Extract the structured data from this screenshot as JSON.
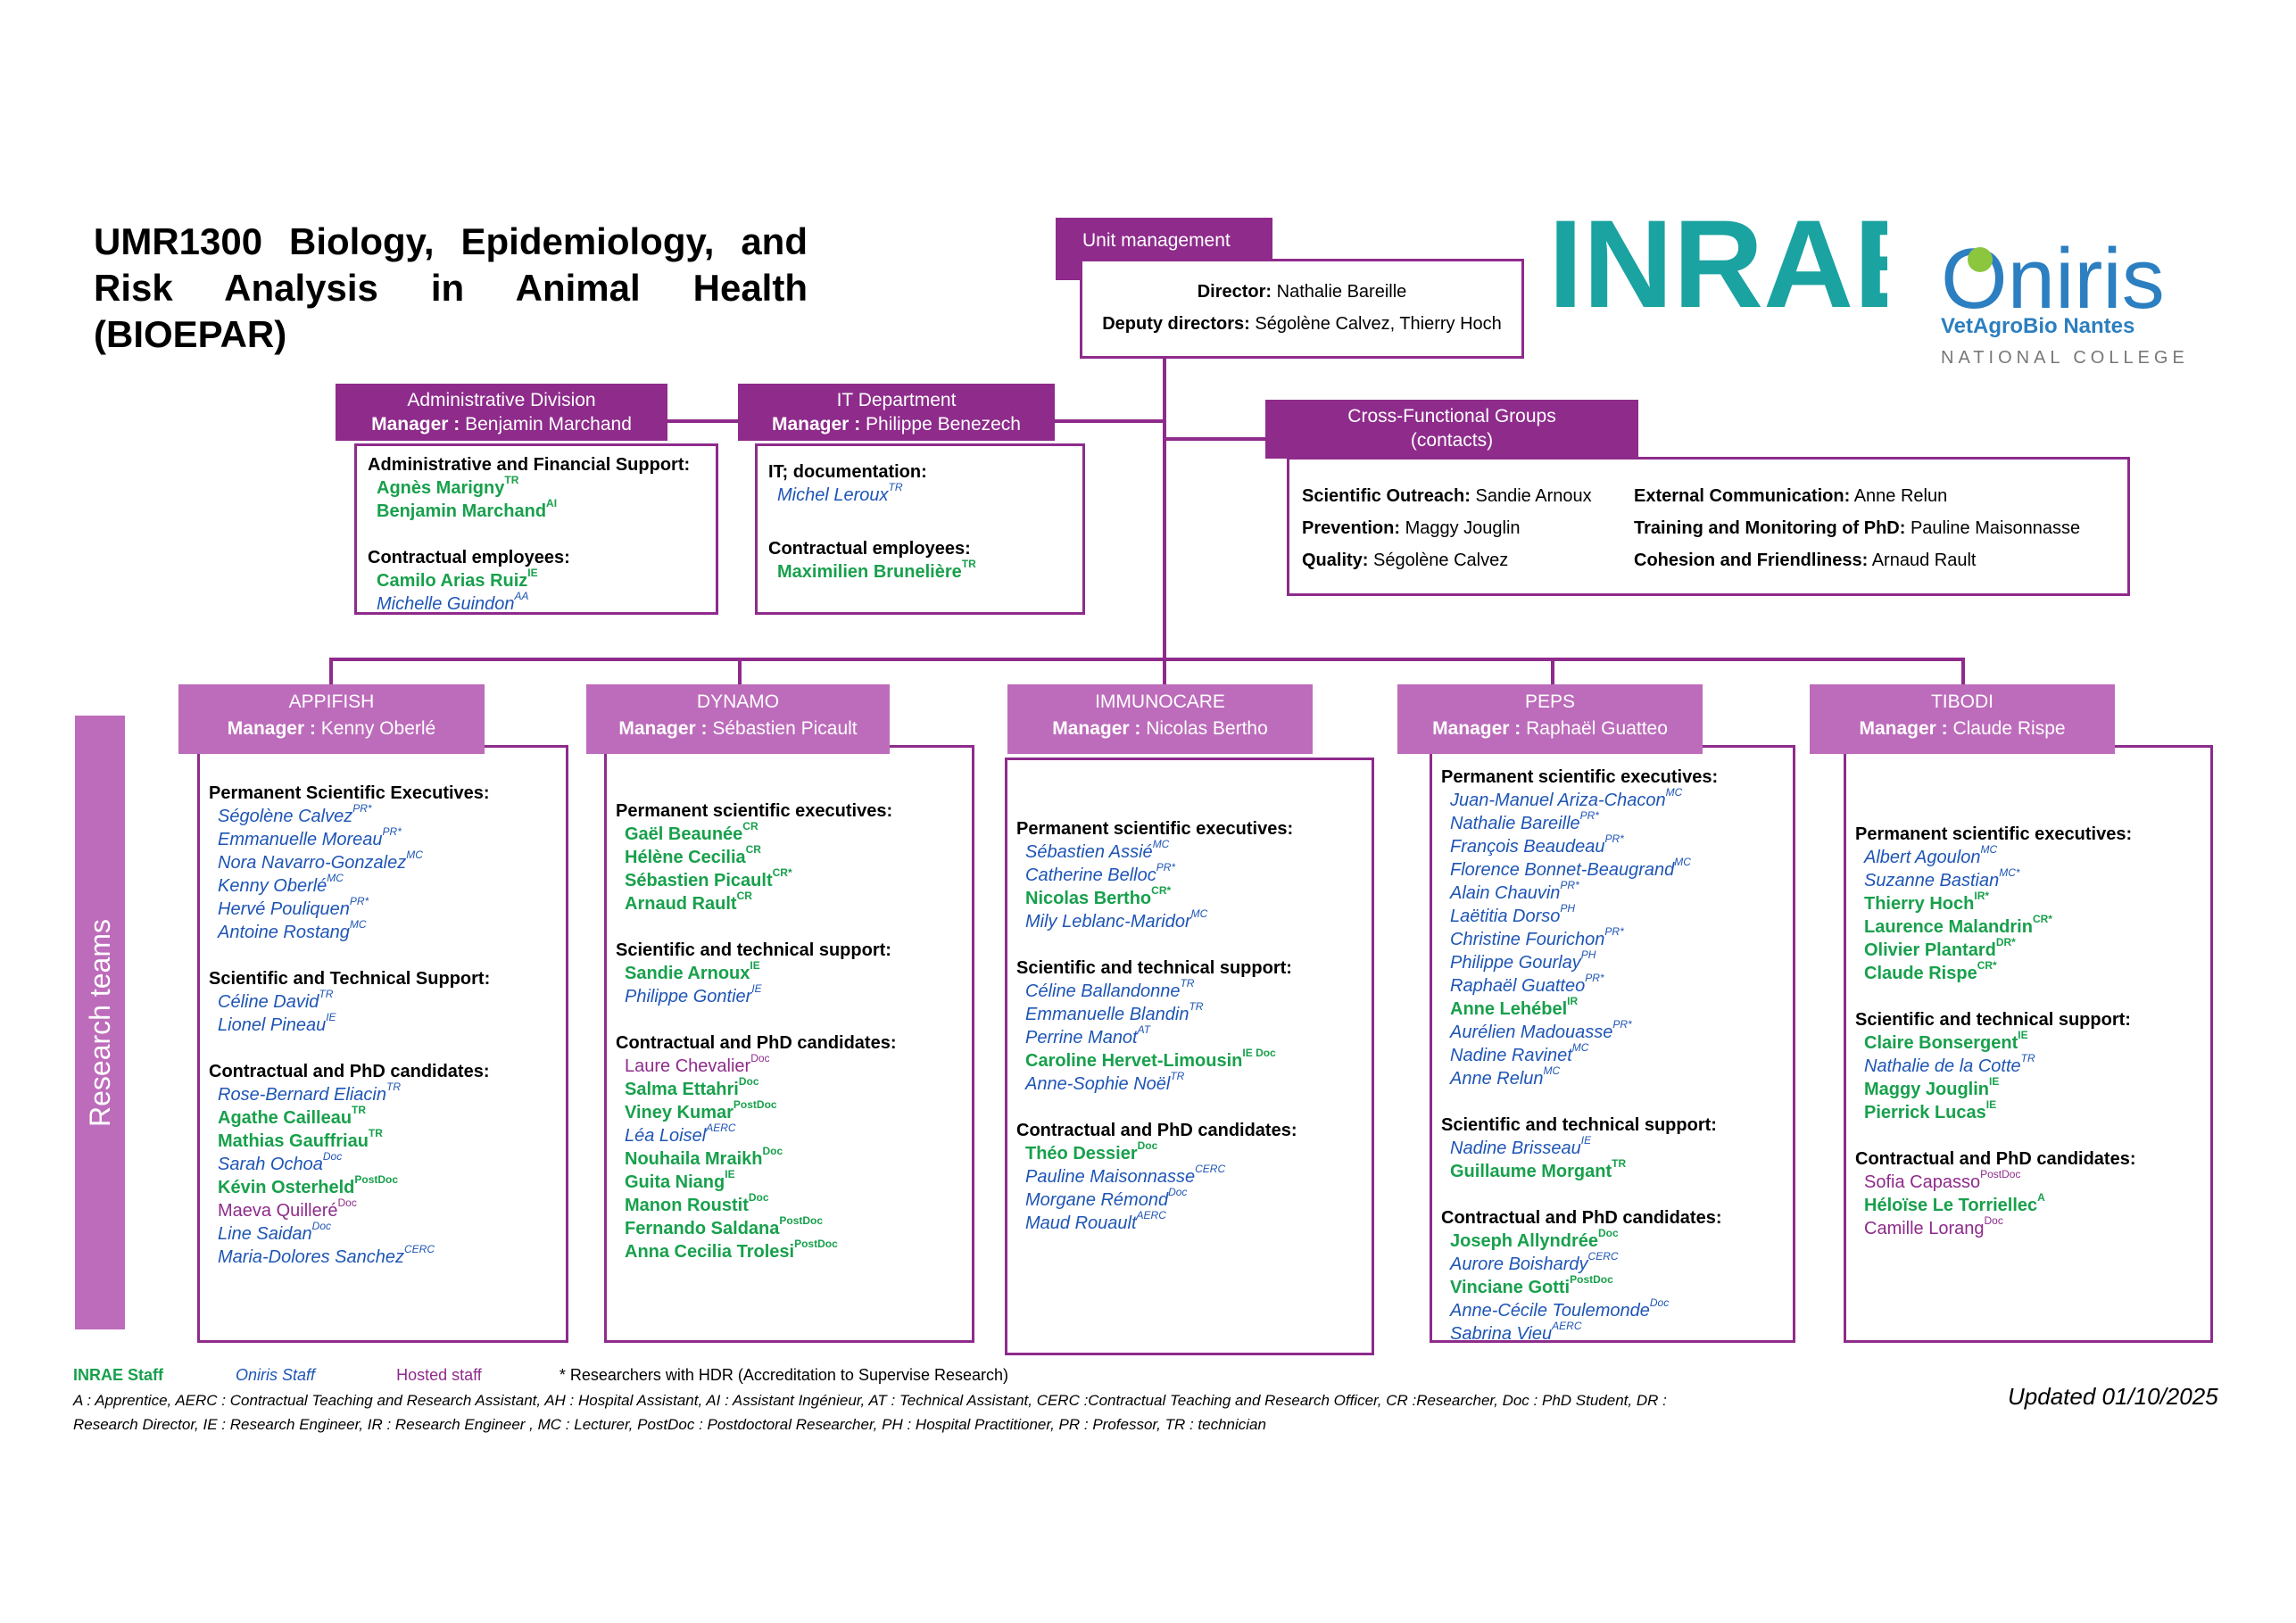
{
  "title": "UMR1300 Biology, Epidemiology, and Risk Analysis in Animal Health (BIOEPAR)",
  "logos": {
    "inrae": "INRAE",
    "oniris_name": "Oniris",
    "oniris_sub": "VetAgroBio Nantes",
    "oniris_college": "NATIONAL COLLEGE",
    "inrae_color": "#1aa3a0",
    "oniris_color": "#2c7fc0"
  },
  "unit_management": {
    "tab": "Unit management",
    "director_label": "Director:",
    "director": "Nathalie Bareille",
    "deputy_label": "Deputy directors:",
    "deputies": "Ségolène Calvez, Thierry Hoch"
  },
  "admin_division": {
    "tab_title": "Administrative Division",
    "manager_label": "Manager :",
    "manager": "Benjamin Marchand",
    "sections": [
      {
        "title": "Administrative and Financial Support:",
        "people": [
          {
            "name": "Agnès Marigny",
            "sup": "TR",
            "type": "inrae"
          },
          {
            "name": "Benjamin Marchand",
            "sup": "AI",
            "type": "inrae"
          }
        ]
      },
      {
        "title": "Contractual employees:",
        "people": [
          {
            "name": "Camilo Arias Ruiz",
            "sup": "IE",
            "type": "inrae"
          },
          {
            "name": "Michelle Guindon",
            "sup": "AA",
            "type": "oniris"
          }
        ]
      }
    ]
  },
  "it_department": {
    "tab_title": "IT Department",
    "manager_label": "Manager :",
    "manager": "Philippe Benezech",
    "sections": [
      {
        "title": "IT; documentation:",
        "people": [
          {
            "name": "Michel Leroux",
            "sup": "TR",
            "type": "oniris"
          }
        ]
      },
      {
        "title": "Contractual employees:",
        "people": [
          {
            "name": "Maximilien Brunelière",
            "sup": "TR",
            "type": "inrae"
          }
        ]
      }
    ]
  },
  "cross_functional": {
    "tab_title": "Cross-Functional Groups",
    "tab_sub": "(contacts)",
    "items": [
      {
        "label": "Scientific Outreach:",
        "value": "Sandie Arnoux"
      },
      {
        "label": "External Communication:",
        "value": "Anne Relun"
      },
      {
        "label": "Prevention:",
        "value": "Maggy Jouglin"
      },
      {
        "label": "Training and Monitoring of PhD:",
        "value": "Pauline Maisonnasse"
      },
      {
        "label": "Quality:",
        "value": "Ségolène Calvez"
      },
      {
        "label": "Cohesion and Friendliness:",
        "value": "Arnaud Rault"
      }
    ]
  },
  "research_teams_label": "Research teams",
  "teams": [
    {
      "name": "APPIFISH",
      "manager_label": "Manager :",
      "manager": "Kenny Oberlé",
      "sections": [
        {
          "title": "Permanent Scientific Executives:",
          "people": [
            {
              "name": "Ségolène Calvez",
              "sup": "PR*",
              "type": "oniris"
            },
            {
              "name": "Emmanuelle Moreau",
              "sup": "PR*",
              "type": "oniris"
            },
            {
              "name": "Nora Navarro-Gonzalez",
              "sup": "MC",
              "type": "oniris"
            },
            {
              "name": "Kenny Oberlé",
              "sup": "MC",
              "type": "oniris"
            },
            {
              "name": "Hervé Pouliquen",
              "sup": "PR*",
              "type": "oniris"
            },
            {
              "name": "Antoine Rostang",
              "sup": "MC",
              "type": "oniris"
            }
          ]
        },
        {
          "title": "Scientific and Technical Support:",
          "people": [
            {
              "name": "Céline David",
              "sup": "TR",
              "type": "oniris"
            },
            {
              "name": "Lionel Pineau",
              "sup": "IE",
              "type": "oniris"
            }
          ]
        },
        {
          "title": "Contractual and PhD candidates:",
          "people": [
            {
              "name": "Rose-Bernard Eliacin",
              "sup": "TR",
              "type": "oniris"
            },
            {
              "name": "Agathe Cailleau",
              "sup": "TR",
              "type": "inrae"
            },
            {
              "name": "Mathias Gauffriau",
              "sup": "TR",
              "type": "inrae"
            },
            {
              "name": "Sarah Ochoa",
              "sup": "Doc",
              "type": "oniris"
            },
            {
              "name": "Kévin Osterheld",
              "sup": "PostDoc",
              "type": "inrae"
            },
            {
              "name": "Maeva Quilleré",
              "sup": "Doc",
              "type": "hosted"
            },
            {
              "name": "Line Saidan",
              "sup": "Doc",
              "type": "oniris"
            },
            {
              "name": "Maria-Dolores Sanchez",
              "sup": "CERC",
              "type": "oniris"
            }
          ]
        }
      ]
    },
    {
      "name": "DYNAMO",
      "manager_label": "Manager :",
      "manager": "Sébastien Picault",
      "sections": [
        {
          "title": "Permanent scientific executives:",
          "people": [
            {
              "name": "Gaël Beaunée",
              "sup": "CR",
              "type": "inrae"
            },
            {
              "name": "Hélène Cecilia",
              "sup": "CR",
              "type": "inrae"
            },
            {
              "name": "Sébastien Picault",
              "sup": "CR*",
              "type": "inrae"
            },
            {
              "name": "Arnaud Rault",
              "sup": "CR",
              "type": "inrae"
            }
          ]
        },
        {
          "title": "Scientific and technical support:",
          "people": [
            {
              "name": "Sandie Arnoux",
              "sup": "IE",
              "type": "inrae"
            },
            {
              "name": "Philippe Gontier",
              "sup": "IE",
              "type": "oniris"
            }
          ]
        },
        {
          "title": "Contractual and PhD candidates:",
          "people": [
            {
              "name": "Laure Chevalier",
              "sup": "Doc",
              "type": "hosted"
            },
            {
              "name": "Salma Ettahri",
              "sup": "Doc",
              "type": "inrae"
            },
            {
              "name": "Viney Kumar",
              "sup": "PostDoc",
              "type": "inrae"
            },
            {
              "name": "Léa Loisel",
              "sup": "AERC",
              "type": "oniris"
            },
            {
              "name": "Nouhaila Mraikh",
              "sup": "Doc",
              "type": "inrae"
            },
            {
              "name": "Guita Niang",
              "sup": "IE",
              "type": "inrae"
            },
            {
              "name": "Manon Roustit",
              "sup": "Doc",
              "type": "inrae"
            },
            {
              "name": "Fernando Saldana",
              "sup": "PostDoc",
              "type": "inrae"
            },
            {
              "name": "Anna Cecilia Trolesi",
              "sup": "PostDoc",
              "type": "inrae"
            }
          ]
        }
      ]
    },
    {
      "name": "IMMUNOCARE",
      "manager_label": "Manager :",
      "manager": "Nicolas Bertho",
      "sections": [
        {
          "title": "Permanent scientific executives:",
          "people": [
            {
              "name": "Sébastien Assié",
              "sup": "MC",
              "type": "oniris"
            },
            {
              "name": "Catherine Belloc",
              "sup": "PR*",
              "type": "oniris"
            },
            {
              "name": "Nicolas Bertho",
              "sup": "CR*",
              "type": "inrae"
            },
            {
              "name": "Mily Leblanc-Maridor",
              "sup": "MC",
              "type": "oniris"
            }
          ]
        },
        {
          "title": "Scientific and technical support:",
          "people": [
            {
              "name": "Céline Ballandonne",
              "sup": "TR",
              "type": "oniris"
            },
            {
              "name": "Emmanuelle Blandin",
              "sup": "TR",
              "type": "oniris"
            },
            {
              "name": "Perrine Manot",
              "sup": "AT",
              "type": "oniris"
            },
            {
              "name": "Caroline Hervet-Limousin",
              "sup": "IE Doc",
              "type": "inrae"
            },
            {
              "name": "Anne-Sophie Noël",
              "sup": "TR",
              "type": "oniris"
            }
          ]
        },
        {
          "title": "Contractual and PhD candidates:",
          "people": [
            {
              "name": "Théo Dessier",
              "sup": "Doc",
              "type": "inrae"
            },
            {
              "name": "Pauline Maisonnasse",
              "sup": "CERC",
              "type": "oniris"
            },
            {
              "name": "Morgane Rémond",
              "sup": "Doc",
              "type": "oniris"
            },
            {
              "name": "Maud Rouault",
              "sup": "AERC",
              "type": "oniris"
            }
          ]
        }
      ]
    },
    {
      "name": "PEPS",
      "manager_label": "Manager :",
      "manager": "Raphaël Guatteo",
      "sections": [
        {
          "title": "Permanent scientific executives:",
          "people": [
            {
              "name": "Juan-Manuel Ariza-Chacon",
              "sup": "MC",
              "type": "oniris"
            },
            {
              "name": "Nathalie Bareille",
              "sup": "PR*",
              "type": "oniris"
            },
            {
              "name": "François Beaudeau",
              "sup": "PR*",
              "type": "oniris"
            },
            {
              "name": "Florence Bonnet-Beaugrand",
              "sup": "MC",
              "type": "oniris"
            },
            {
              "name": "Alain Chauvin",
              "sup": "PR*",
              "type": "oniris"
            },
            {
              "name": "Laëtitia Dorso",
              "sup": "PH",
              "type": "oniris"
            },
            {
              "name": "Christine Fourichon",
              "sup": "PR*",
              "type": "oniris"
            },
            {
              "name": "Philippe Gourlay",
              "sup": "PH",
              "type": "oniris"
            },
            {
              "name": "Raphaël Guatteo",
              "sup": "PR*",
              "type": "oniris"
            },
            {
              "name": "Anne Lehébel",
              "sup": "IR",
              "type": "inrae"
            },
            {
              "name": "Aurélien Madouasse",
              "sup": "PR*",
              "type": "oniris"
            },
            {
              "name": "Nadine Ravinet",
              "sup": "MC",
              "type": "oniris"
            },
            {
              "name": "Anne Relun",
              "sup": "MC",
              "type": "oniris"
            }
          ]
        },
        {
          "title": "Scientific and technical support:",
          "people": [
            {
              "name": "Nadine Brisseau",
              "sup": "IE",
              "type": "oniris"
            },
            {
              "name": "Guillaume Morgant",
              "sup": "TR",
              "type": "inrae"
            }
          ]
        },
        {
          "title": "Contractual and PhD candidates:",
          "people": [
            {
              "name": "Joseph Allyndrée",
              "sup": "Doc",
              "type": "inrae"
            },
            {
              "name": "Aurore Boishardy",
              "sup": "CERC",
              "type": "oniris"
            },
            {
              "name": "Vinciane Gotti",
              "sup": "PostDoc",
              "type": "inrae"
            },
            {
              "name": "Anne-Cécile Toulemonde",
              "sup": "Doc",
              "type": "oniris"
            },
            {
              "name": "Sabrina Vieu",
              "sup": "AERC",
              "type": "oniris"
            }
          ]
        }
      ]
    },
    {
      "name": "TIBODI",
      "manager_label": "Manager :",
      "manager": "Claude Rispe",
      "sections": [
        {
          "title": "Permanent scientific executives:",
          "people": [
            {
              "name": "Albert Agoulon",
              "sup": "MC",
              "type": "oniris"
            },
            {
              "name": "Suzanne Bastian",
              "sup": "MC*",
              "type": "oniris"
            },
            {
              "name": "Thierry Hoch",
              "sup": "IR*",
              "type": "inrae"
            },
            {
              "name": "Laurence Malandrin",
              "sup": "CR*",
              "type": "inrae"
            },
            {
              "name": "Olivier Plantard",
              "sup": "DR*",
              "type": "inrae"
            },
            {
              "name": "Claude Rispe",
              "sup": "CR*",
              "type": "inrae"
            }
          ]
        },
        {
          "title": "Scientific and technical support:",
          "people": [
            {
              "name": "Claire Bonsergent",
              "sup": "IE",
              "type": "inrae"
            },
            {
              "name": "Nathalie de la Cotte",
              "sup": "TR",
              "type": "oniris"
            },
            {
              "name": "Maggy Jouglin",
              "sup": "IE",
              "type": "inrae"
            },
            {
              "name": "Pierrick Lucas",
              "sup": "IE",
              "type": "inrae"
            }
          ]
        },
        {
          "title": "Contractual and PhD candidates:",
          "people": [
            {
              "name": "Sofia Capasso",
              "sup": "PostDoc",
              "type": "hosted"
            },
            {
              "name": "Héloïse Le Torriellec",
              "sup": "A",
              "type": "inrae"
            },
            {
              "name": "Camille Lorang",
              "sup": "Doc",
              "type": "hosted"
            }
          ]
        }
      ]
    }
  ],
  "legend": {
    "inrae": "INRAE Staff",
    "oniris": "Oniris Staff",
    "hosted": "Hosted staff",
    "hdr": "* Researchers with HDR (Accreditation to Supervise Research)"
  },
  "footnote_line1": "A : Apprentice, AERC : Contractual Teaching and Research Assistant, AH : Hospital Assistant, AI : Assistant Ingénieur, AT : Technical Assistant, CERC :Contractual Teaching and Research Officer, CR :Researcher, Doc : PhD Student, DR :",
  "footnote_line2": "Research Director, IE : Research Engineer, IR : Research Engineer , MC : Lecturer, PostDoc : Postdoctoral Researcher, PH : Hospital Practitioner, PR : Professor, TR : technician",
  "updated": "Updated 01/10/2025"
}
